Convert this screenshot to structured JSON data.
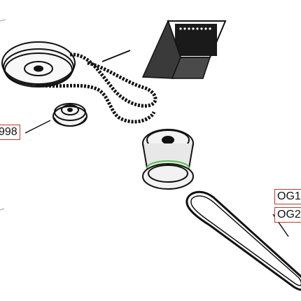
{
  "labels": {
    "left_part": "998",
    "right_part_1": "OG1",
    "right_part_2": "OG2"
  },
  "colors": {
    "stroke": "#111111",
    "label_border": "#c0392b",
    "highlight": "#9be28a"
  }
}
